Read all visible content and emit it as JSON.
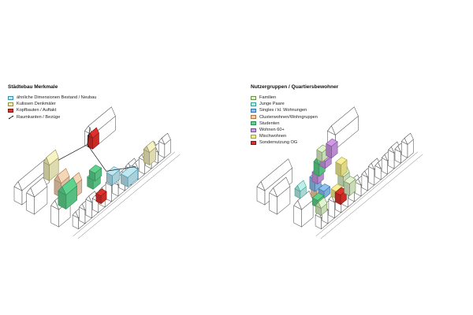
{
  "left_panel": {
    "title": "Städtebau Merkmale",
    "legend": [
      {
        "label": "ähnliche Dimensionen Bestand / Neubau",
        "fill": "#bfe7f2",
        "stroke": "#3b8fa8",
        "kind": "box"
      },
      {
        "label": "Kulissen Denkmäler",
        "fill": "#f7f3c6",
        "stroke": "#8f8a48",
        "kind": "box"
      },
      {
        "label": "Kopfbauten / Auftakt",
        "fill": "#e0302b",
        "stroke": "#7a1a17",
        "kind": "box"
      },
      {
        "label": "Raumkanten / Bezüge",
        "kind": "arrow"
      }
    ]
  },
  "right_panel": {
    "title": "Nutzergruppen / Quartiersbewohner",
    "legend": [
      {
        "label": "Familien",
        "fill": "#e2f3cf",
        "stroke": "#6c8e4c"
      },
      {
        "label": "Junge Paare",
        "fill": "#bdf0ea",
        "stroke": "#3a9c90"
      },
      {
        "label": "Singles / kl. Wohnungen",
        "fill": "#8ec1f0",
        "stroke": "#3a6fa8"
      },
      {
        "label": "Clusterwohnen/Wohngruppen",
        "fill": "#f9cfa8",
        "stroke": "#a87844"
      },
      {
        "label": "Studenten",
        "fill": "#5fd38e",
        "stroke": "#2f8a55"
      },
      {
        "label": "Wohnen 60+",
        "fill": "#d09ae6",
        "stroke": "#7c4c98"
      },
      {
        "label": "Mischwohnen",
        "fill": "#f6ef96",
        "stroke": "#a59b3c"
      },
      {
        "label": "Sondernutzung OG",
        "fill": "#e0302b",
        "stroke": "#7a1a17"
      }
    ]
  },
  "colors": {
    "outline": "#555555",
    "building_fill": "#ffffff"
  }
}
